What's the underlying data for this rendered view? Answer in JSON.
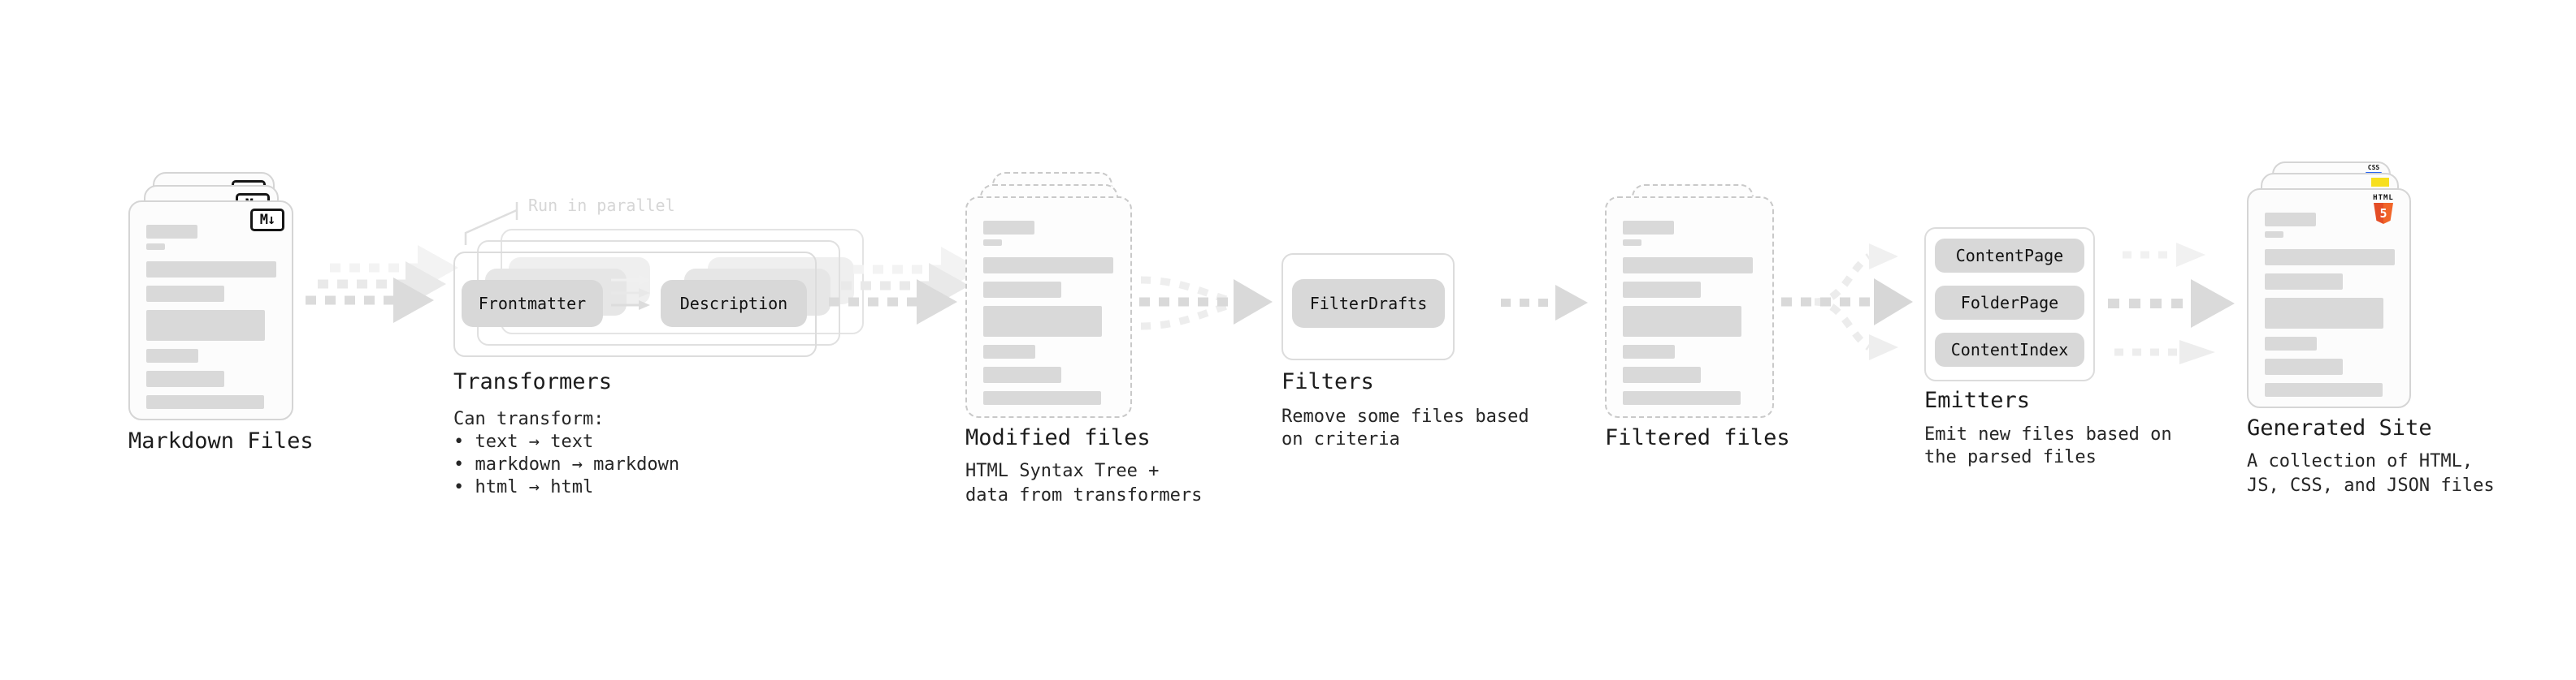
{
  "diagram": {
    "markdown_files": {
      "label": "Markdown Files",
      "badge": "M↓"
    },
    "transformers": {
      "annotation": "Run in parallel",
      "steps": [
        "Frontmatter",
        "Description"
      ],
      "label": "Transformers",
      "description_title": "Can transform:",
      "capabilities": [
        "• text → text",
        "• markdown → markdown",
        "• html → html"
      ]
    },
    "modified_files": {
      "label": "Modified files",
      "description_line1": "HTML Syntax Tree +",
      "description_line2": "data from transformers"
    },
    "filters": {
      "steps": [
        "FilterDrafts"
      ],
      "label": "Filters",
      "description_line1": "Remove some files based",
      "description_line2": "on criteria"
    },
    "filtered_files": {
      "label": "Filtered files"
    },
    "emitters": {
      "steps": [
        "ContentPage",
        "FolderPage",
        "ContentIndex"
      ],
      "label": "Emitters",
      "description_line1": "Emit new files based on",
      "description_line2": "the parsed files"
    },
    "generated_site": {
      "label": "Generated Site",
      "description_line1": "A collection of HTML,",
      "description_line2": "JS, CSS, and JSON files",
      "badges": {
        "html_word": "HTML",
        "html_number": "5",
        "css_word": "CSS"
      }
    },
    "colors": {
      "bar_gray": "#d9d9d9",
      "pill_gray": "#d8d8d8",
      "card_border": "#d5d5d5",
      "dashed_border": "#c9c9c9",
      "arrow_gray": "#dadada",
      "annotation_gray": "#d6d6d6",
      "html5_orange": "#e44d26",
      "js_yellow": "#f7df1e",
      "css_blue": "#2965f1"
    }
  }
}
